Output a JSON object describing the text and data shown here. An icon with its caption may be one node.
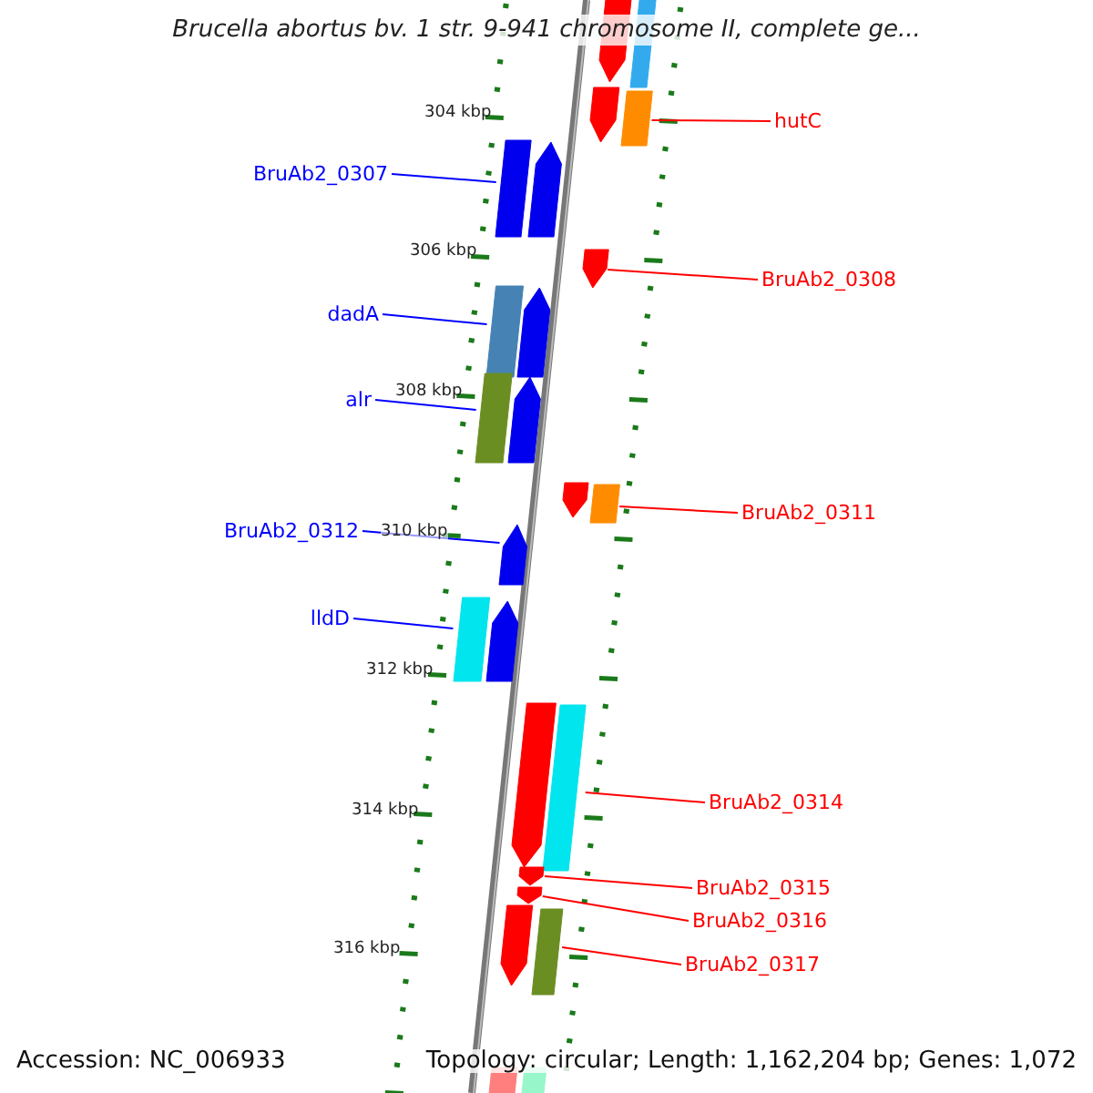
{
  "diagram": {
    "title": "Brucella abortus bv. 1 str. 9-941 chromosome II, complete ge...",
    "nodes": [
      {
        "text": [
          "hutC"
        ]
      },
      {
        "text": [
          "BruAb2_0307"
        ]
      },
      {
        "text": [
          "BruAb2_0308"
        ]
      },
      {
        "text": [
          "dadA"
        ]
      },
      {
        "text": [
          "alr"
        ]
      },
      {
        "text": [
          "BruAb2_0311"
        ]
      },
      {
        "text": [
          "BruAb2_0312"
        ]
      },
      {
        "text": [
          "lldD"
        ]
      },
      {
        "text": [
          "BruAb2_0314"
        ]
      },
      {
        "text": [
          "BruAb2_0315"
        ]
      },
      {
        "text": [
          "BruAb2_0316"
        ]
      },
      {
        "text": [
          "BruAb2_0317"
        ]
      },
      {
        "text": [],
        "shape": "pentagon"
      },
      {
        "text": [],
        "shape": "bar"
      },
      {
        "text": [],
        "shape": "pentagon"
      },
      {
        "text": [],
        "shape": "bar"
      },
      {
        "text": [],
        "shape": "bar"
      },
      {
        "text": [],
        "shape": "pentagon"
      },
      {
        "text": [],
        "shape": "pentagon"
      },
      {
        "text": [],
        "shape": "bar"
      },
      {
        "text": [],
        "shape": "pentagon"
      },
      {
        "text": [],
        "shape": "bar"
      },
      {
        "text": [],
        "shape": "pentagon"
      },
      {
        "text": [],
        "shape": "pentagon"
      },
      {
        "text": [],
        "shape": "bar"
      },
      {
        "text": [],
        "shape": "pentagon"
      },
      {
        "text": [],
        "shape": "bar"
      },
      {
        "text": [],
        "shape": "pentagon"
      },
      {
        "text": [],
        "shape": "pentagon"
      },
      {
        "text": [],
        "shape": "bar"
      },
      {
        "text": [],
        "shape": "pentagon"
      },
      {
        "text": [],
        "shape": "pentagon"
      },
      {
        "text": [],
        "shape": "pentagon"
      },
      {
        "text": [],
        "shape": "bar"
      },
      {
        "text": [],
        "shape": "bar"
      },
      {
        "text": [],
        "shape": "bar"
      }
    ],
    "edges": [
      {
        "from": 0,
        "to": 15,
        "arrow": "none"
      },
      {
        "from": 1,
        "to": 16,
        "arrow": "none",
        "color": "#0000ff"
      },
      {
        "from": 2,
        "to": 18,
        "arrow": "none"
      },
      {
        "from": 3,
        "to": 19,
        "arrow": "none",
        "color": "#0000ff"
      },
      {
        "from": 4,
        "to": 21,
        "arrow": "none",
        "color": "#0000ff"
      },
      {
        "from": 5,
        "to": 24,
        "arrow": "none"
      },
      {
        "from": 6,
        "to": 25,
        "arrow": "none",
        "color": "#0000ff"
      },
      {
        "from": 7,
        "to": 26,
        "arrow": "none",
        "color": "#0000ff"
      },
      {
        "from": 8,
        "to": 29,
        "arrow": "none"
      },
      {
        "from": 9,
        "to": 30,
        "arrow": "none"
      },
      {
        "from": 10,
        "to": 31,
        "arrow": "none"
      },
      {
        "from": 11,
        "to": 33,
        "arrow": "none"
      }
    ],
    "labels": [
      "304 kbp",
      "306 kbp",
      "308 kbp",
      "310 kbp",
      "312 kbp",
      "314 kbp",
      "316 kbp",
      "Accession: NC_006933",
      "Topology: circular; Length: 1,162,204 bp; Genes: 1,072"
    ]
  }
}
